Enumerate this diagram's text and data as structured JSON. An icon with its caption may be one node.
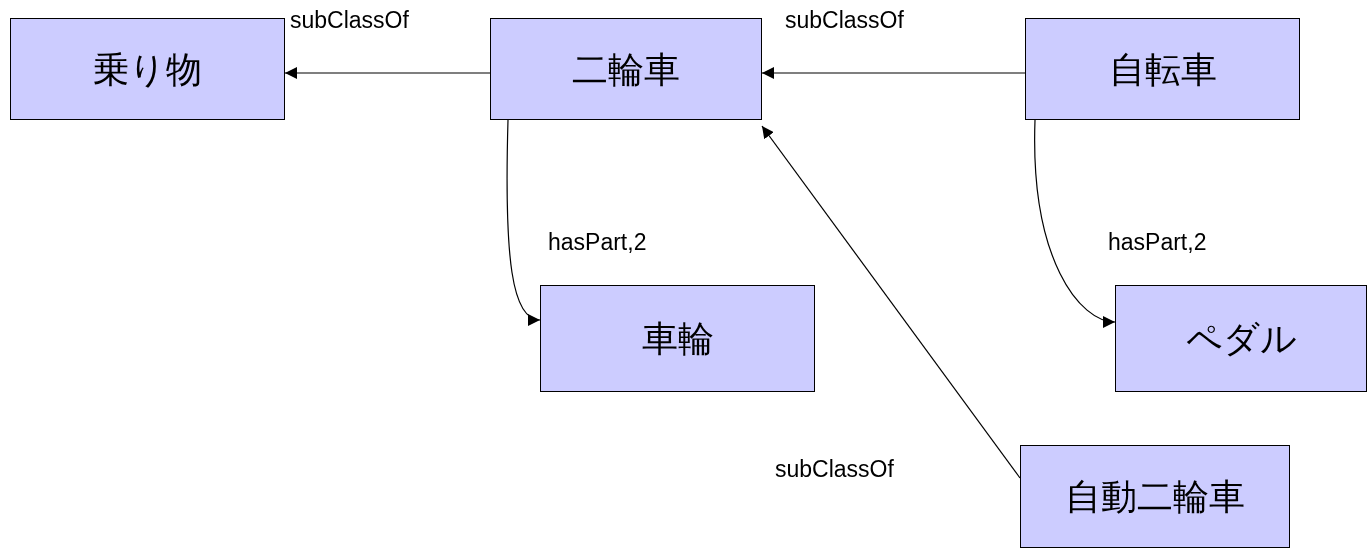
{
  "diagram": {
    "nodes": [
      {
        "text": [
          "乗り物"
        ]
      },
      {
        "text": [
          "二輪車"
        ]
      },
      {
        "text": [
          "自転車"
        ]
      },
      {
        "text": [
          "車輪"
        ]
      },
      {
        "text": [
          "ペダル"
        ]
      },
      {
        "text": [
          "自動二輪車"
        ]
      }
    ],
    "edges": [
      {
        "from": 1,
        "to": 0,
        "arrow": "to",
        "label": "subClassOf"
      },
      {
        "from": 2,
        "to": 1,
        "arrow": "to",
        "label": "subClassOf"
      },
      {
        "from": 1,
        "to": 3,
        "arrow": "to",
        "label": "hasPart,2"
      },
      {
        "from": 2,
        "to": 4,
        "arrow": "to",
        "label": "hasPart,2"
      },
      {
        "from": 5,
        "to": 1,
        "arrow": "to",
        "label": "subClassOf"
      }
    ]
  }
}
